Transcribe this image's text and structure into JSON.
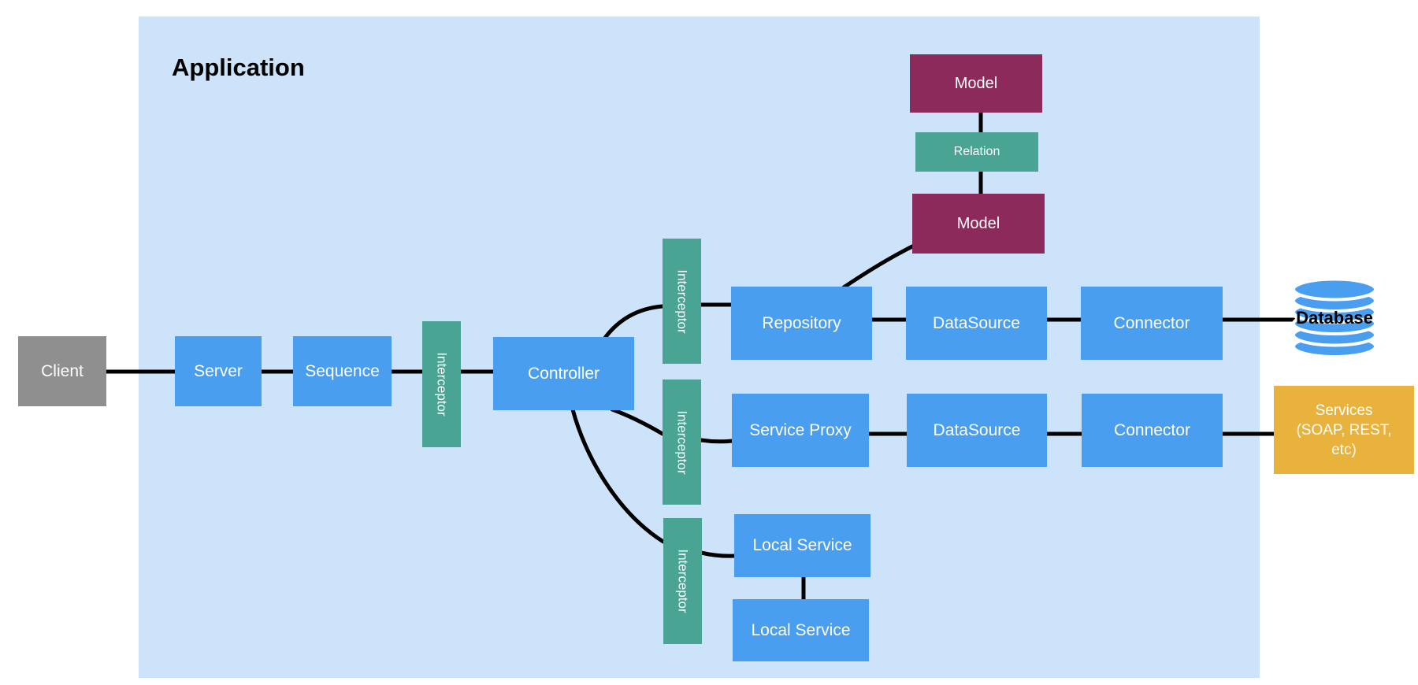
{
  "app": {
    "title": "Application"
  },
  "nodes": {
    "client": "Client",
    "server": "Server",
    "sequence": "Sequence",
    "interceptor": "Interceptor",
    "controller": "Controller",
    "repository": "Repository",
    "datasource": "DataSource",
    "connector": "Connector",
    "database": "Database",
    "service_proxy": "Service Proxy",
    "local_service": "Local Service",
    "model": "Model",
    "relation": "Relation",
    "services_lines": [
      "Services",
      "(SOAP, REST,",
      "etc)"
    ]
  },
  "colors": {
    "canvas_bg": "#FFFFFF",
    "app_bg": "#CDE3FA",
    "node_blue": "#4A9EF0",
    "node_teal": "#49A493",
    "node_maroon": "#8C2A5B",
    "node_gray": "#8F8F8F",
    "node_yellow": "#E9B23C",
    "edge": "#000000",
    "text_light": "#FFFFFF",
    "text_dark": "#000000"
  }
}
